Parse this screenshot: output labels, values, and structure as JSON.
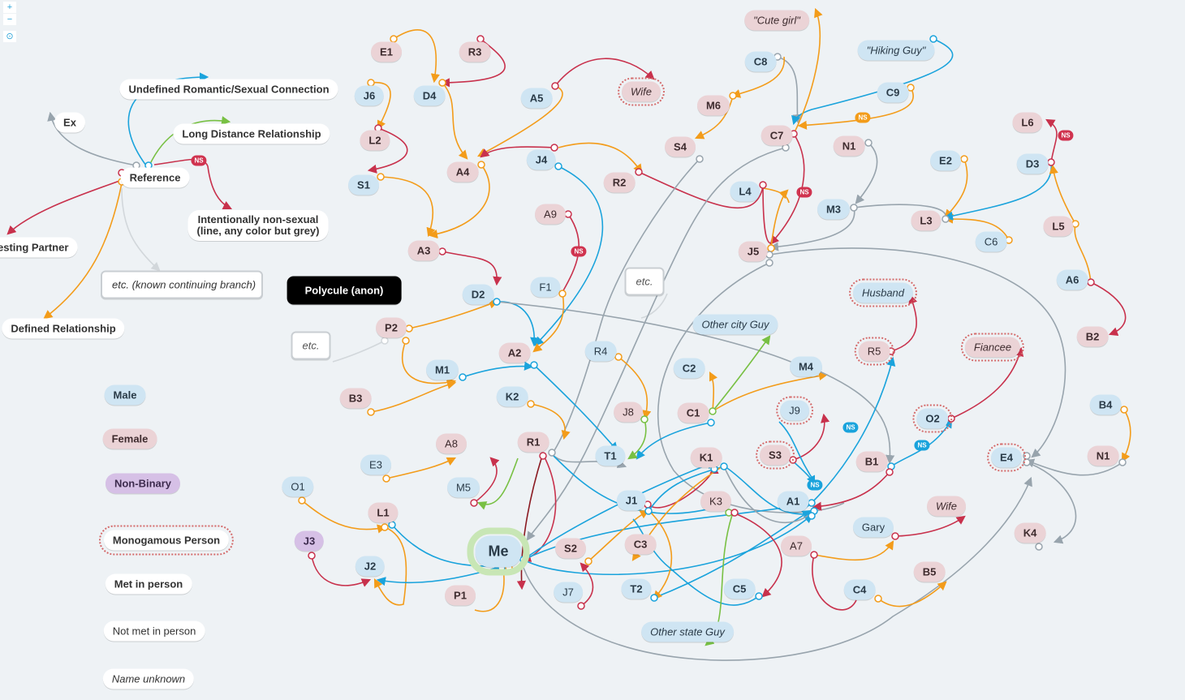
{
  "zoom": {
    "in": "+",
    "out": "−",
    "center": "⊙"
  },
  "colors": {
    "blue": "#1aa3dc",
    "orange": "#f39c1a",
    "red": "#c8314c",
    "green": "#78c043",
    "grey": "#98a4ad",
    "lightgrey": "#d2d7db"
  },
  "legend": {
    "reference": "Reference",
    "ex": "Ex",
    "undefined": "Undefined Romantic/Sexual Connection",
    "ldr": "Long Distance Relationship",
    "nonsexual": "Intentionally non-sexual\n(line, any color but grey)",
    "nesting": "Nesting Partner",
    "etc_known": "etc. (known continuing branch)",
    "defined": "Defined Relationship",
    "polycule": "Polycule (anon)",
    "etc": "etc.",
    "male": "Male",
    "female": "Female",
    "nonbinary": "Non-Binary",
    "mono": "Monogamous Person",
    "met": "Met in person",
    "notmet": "Not met in person",
    "unknown": "Name unknown"
  },
  "badge_text": "NS",
  "nodes": [
    {
      "id": "E1",
      "label": "E1",
      "type": "female"
    },
    {
      "id": "R3",
      "label": "R3",
      "type": "female"
    },
    {
      "id": "J6",
      "label": "J6",
      "type": "male"
    },
    {
      "id": "D4",
      "label": "D4",
      "type": "male"
    },
    {
      "id": "A5",
      "label": "A5",
      "type": "male"
    },
    {
      "id": "Wife1",
      "label": "Wife",
      "type": "female",
      "mono": true,
      "unknown": true
    },
    {
      "id": "Cute",
      "label": "\"Cute girl\"",
      "type": "female",
      "unknown": true
    },
    {
      "id": "C8",
      "label": "C8",
      "type": "male"
    },
    {
      "id": "Hiking",
      "label": "\"Hiking Guy\"",
      "type": "male",
      "unknown": true
    },
    {
      "id": "L2",
      "label": "L2",
      "type": "female"
    },
    {
      "id": "M6",
      "label": "M6",
      "type": "female"
    },
    {
      "id": "C9",
      "label": "C9",
      "type": "male"
    },
    {
      "id": "L6",
      "label": "L6",
      "type": "female"
    },
    {
      "id": "C7",
      "label": "C7",
      "type": "female"
    },
    {
      "id": "S4",
      "label": "S4",
      "type": "female"
    },
    {
      "id": "N1a",
      "label": "N1",
      "type": "female"
    },
    {
      "id": "A4",
      "label": "A4",
      "type": "female"
    },
    {
      "id": "J4",
      "label": "J4",
      "type": "male"
    },
    {
      "id": "E2",
      "label": "E2",
      "type": "male"
    },
    {
      "id": "D3",
      "label": "D3",
      "type": "male"
    },
    {
      "id": "S1",
      "label": "S1",
      "type": "male"
    },
    {
      "id": "R2",
      "label": "R2",
      "type": "female"
    },
    {
      "id": "L4",
      "label": "L4",
      "type": "male"
    },
    {
      "id": "A9",
      "label": "A9",
      "type": "female",
      "unmet": true
    },
    {
      "id": "M3",
      "label": "M3",
      "type": "male"
    },
    {
      "id": "L3",
      "label": "L3",
      "type": "female"
    },
    {
      "id": "C6",
      "label": "C6",
      "type": "male",
      "unmet": true
    },
    {
      "id": "L5",
      "label": "L5",
      "type": "female"
    },
    {
      "id": "A3",
      "label": "A3",
      "type": "female"
    },
    {
      "id": "J5",
      "label": "J5",
      "type": "female"
    },
    {
      "id": "A6",
      "label": "A6",
      "type": "male"
    },
    {
      "id": "D2",
      "label": "D2",
      "type": "male"
    },
    {
      "id": "F1",
      "label": "F1",
      "type": "male",
      "unmet": true
    },
    {
      "id": "etc2",
      "label": "etc.",
      "type": "etcbox"
    },
    {
      "id": "Husband",
      "label": "Husband",
      "type": "male",
      "mono": true,
      "unknown": true
    },
    {
      "id": "B2",
      "label": "B2",
      "type": "female"
    },
    {
      "id": "OtherCity",
      "label": "Other city Guy",
      "type": "male",
      "unknown": true
    },
    {
      "id": "P2",
      "label": "P2",
      "type": "female"
    },
    {
      "id": "R4",
      "label": "R4",
      "type": "male",
      "unmet": true
    },
    {
      "id": "R5",
      "label": "R5",
      "type": "female",
      "mono": true,
      "unmet": true
    },
    {
      "id": "Fiancee",
      "label": "Fiancee",
      "type": "female",
      "mono": true,
      "unknown": true
    },
    {
      "id": "A2",
      "label": "A2",
      "type": "female"
    },
    {
      "id": "M1",
      "label": "M1",
      "type": "male"
    },
    {
      "id": "C2",
      "label": "C2",
      "type": "male"
    },
    {
      "id": "M4",
      "label": "M4",
      "type": "male"
    },
    {
      "id": "B3",
      "label": "B3",
      "type": "female"
    },
    {
      "id": "K2",
      "label": "K2",
      "type": "male"
    },
    {
      "id": "J8",
      "label": "J8",
      "type": "female",
      "unmet": true
    },
    {
      "id": "C1",
      "label": "C1",
      "type": "female"
    },
    {
      "id": "J9",
      "label": "J9",
      "type": "male",
      "mono": true,
      "unmet": true
    },
    {
      "id": "O2",
      "label": "O2",
      "type": "male",
      "mono": true
    },
    {
      "id": "B4",
      "label": "B4",
      "type": "male"
    },
    {
      "id": "A8",
      "label": "A8",
      "type": "female",
      "unmet": true
    },
    {
      "id": "R1",
      "label": "R1",
      "type": "female"
    },
    {
      "id": "E3",
      "label": "E3",
      "type": "male",
      "unmet": true
    },
    {
      "id": "T1",
      "label": "T1",
      "type": "male"
    },
    {
      "id": "K1",
      "label": "K1",
      "type": "female"
    },
    {
      "id": "S3",
      "label": "S3",
      "type": "female",
      "mono": true
    },
    {
      "id": "B1",
      "label": "B1",
      "type": "female"
    },
    {
      "id": "E4",
      "label": "E4",
      "type": "male",
      "mono": true
    },
    {
      "id": "N1b",
      "label": "N1",
      "type": "female"
    },
    {
      "id": "O1",
      "label": "O1",
      "type": "male",
      "unmet": true
    },
    {
      "id": "M5",
      "label": "M5",
      "type": "male",
      "unmet": true
    },
    {
      "id": "L1",
      "label": "L1",
      "type": "female"
    },
    {
      "id": "J1",
      "label": "J1",
      "type": "male"
    },
    {
      "id": "K3",
      "label": "K3",
      "type": "female",
      "unmet": true
    },
    {
      "id": "A1",
      "label": "A1",
      "type": "male"
    },
    {
      "id": "Gary",
      "label": "Gary",
      "type": "male",
      "unmet": true
    },
    {
      "id": "Wife2",
      "label": "Wife",
      "type": "female",
      "unknown": true
    },
    {
      "id": "J3",
      "label": "J3",
      "type": "nb"
    },
    {
      "id": "Me",
      "label": "Me",
      "type": "me"
    },
    {
      "id": "S2",
      "label": "S2",
      "type": "female"
    },
    {
      "id": "C3",
      "label": "C3",
      "type": "female"
    },
    {
      "id": "A7",
      "label": "A7",
      "type": "female",
      "unmet": true
    },
    {
      "id": "K4",
      "label": "K4",
      "type": "female"
    },
    {
      "id": "J2",
      "label": "J2",
      "type": "male"
    },
    {
      "id": "B5",
      "label": "B5",
      "type": "female"
    },
    {
      "id": "P1",
      "label": "P1",
      "type": "female"
    },
    {
      "id": "T2",
      "label": "T2",
      "type": "male"
    },
    {
      "id": "C5",
      "label": "C5",
      "type": "male"
    },
    {
      "id": "C4",
      "label": "C4",
      "type": "male"
    },
    {
      "id": "J7",
      "label": "J7",
      "type": "male",
      "unmet": true
    },
    {
      "id": "OtherState",
      "label": "Other state Guy",
      "type": "male",
      "unknown": true
    }
  ]
}
